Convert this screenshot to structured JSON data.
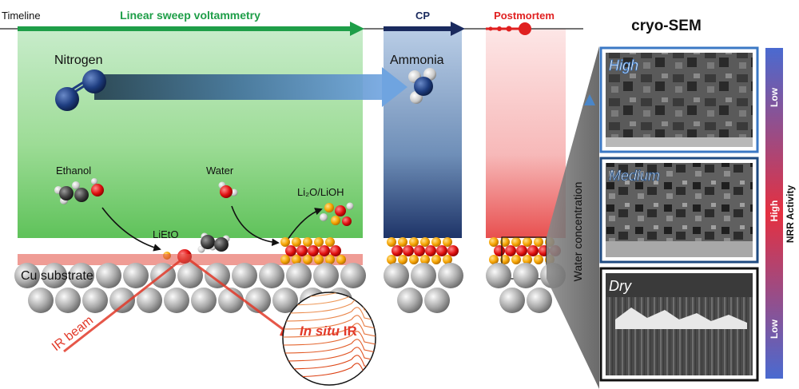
{
  "timeline": {
    "label": "Timeline",
    "lsv_label": "Linear sweep voltammetry",
    "cp_label": "CP",
    "postmortem_label": "Postmortem"
  },
  "molecules": {
    "nitrogen": "Nitrogen",
    "ammonia": "Ammonia",
    "ethanol": "Ethanol",
    "water": "Water",
    "li2o_lioh": "Li₂O/LiOH",
    "lieto": "LiEtO"
  },
  "surface": {
    "substrate_label": "Cu substrate",
    "ir_beam_label": "IR beam",
    "in_situ_ir_label_italic": "In situ",
    "in_situ_ir_label_rest": " IR"
  },
  "cryo_sem": {
    "title": "cryo-SEM",
    "panels": [
      "High",
      "Medium",
      "Dry"
    ],
    "water_axis_label": "Water concentration",
    "activity_bar": {
      "top_label": "Low",
      "middle_label": "High",
      "bottom_label": "Low",
      "axis_label": "NRR Activity"
    }
  },
  "colors": {
    "lsv_green": "#1e9e48",
    "cp_navy": "#1a2a5e",
    "postmortem_red": "#e02020",
    "ir_red": "#e23a2a",
    "panel_blue": "#3b78c4",
    "activity_red": "#e53040",
    "activity_blue": "#4a6ad0"
  }
}
